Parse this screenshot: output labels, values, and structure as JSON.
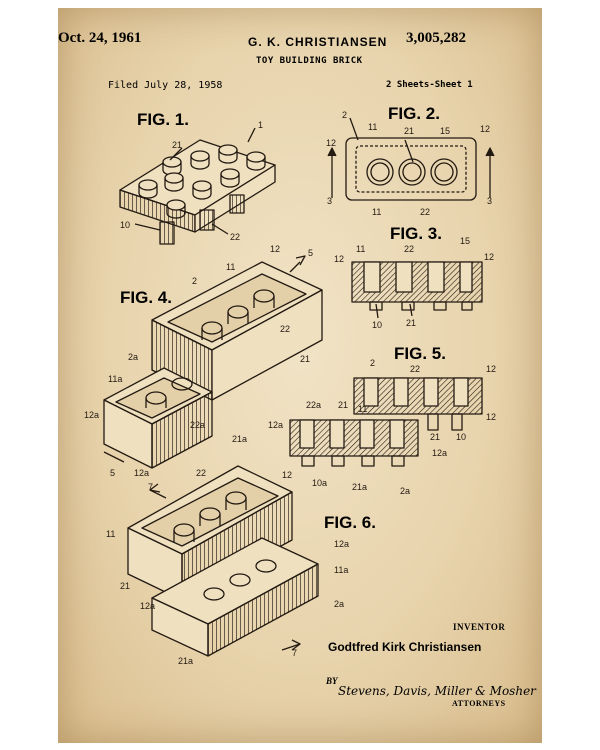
{
  "header": {
    "date": "Oct. 24, 1961",
    "inventor_short": "G. K. CHRISTIANSEN",
    "patent_number": "3,005,282",
    "title": "TOY BUILDING BRICK",
    "filed": "Filed July 28, 1958",
    "sheets": "2 Sheets-Sheet 1"
  },
  "figures": {
    "fig1": "FIG. 1.",
    "fig2": "FIG. 2.",
    "fig3": "FIG. 3.",
    "fig4": "FIG. 4.",
    "fig5": "FIG. 5.",
    "fig6": "FIG. 6."
  },
  "refs": {
    "fig1": [
      "1",
      "21",
      "10",
      "22"
    ],
    "fig2": [
      "2",
      "11",
      "21",
      "15",
      "12",
      "12",
      "3",
      "3",
      "11",
      "22"
    ],
    "fig3": [
      "11",
      "22",
      "15",
      "12",
      "12",
      "10",
      "21"
    ],
    "fig4": [
      "5",
      "11",
      "12",
      "2",
      "22",
      "21",
      "2a",
      "11a",
      "12a",
      "22a",
      "21a",
      "5",
      "12a"
    ],
    "fig5": [
      "2",
      "22",
      "12",
      "22a",
      "21",
      "11",
      "12a",
      "12",
      "21",
      "10",
      "12a",
      "10a",
      "21a",
      "2a"
    ],
    "fig6": [
      "7",
      "22",
      "12",
      "11",
      "12a",
      "11a",
      "21",
      "2a",
      "12a",
      "21a",
      "7"
    ]
  },
  "footer": {
    "inventor_label": "INVENTOR",
    "inventor_name": "Godtfred Kirk Christiansen",
    "by_label": "BY",
    "signature": "Stevens, Davis, Miller & Mosher",
    "attorneys_label": "ATTORNEYS"
  },
  "colors": {
    "paper": "#e8d4ad",
    "ink": "#231a12"
  }
}
